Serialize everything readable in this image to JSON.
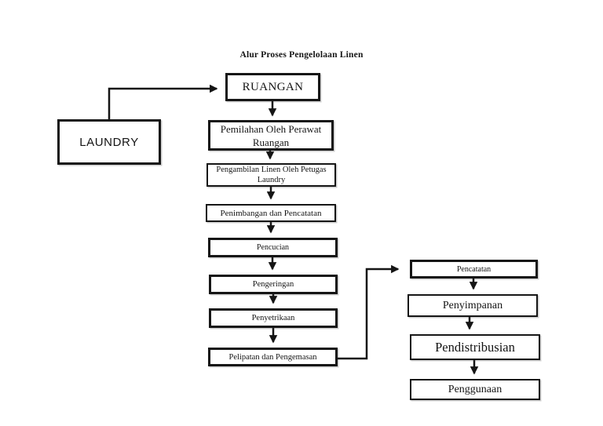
{
  "title": "Alur Proses Pengelolaan Linen",
  "colors": {
    "background": "#ffffff",
    "line": "#151515",
    "box_border": "#161616",
    "text": "#151515"
  },
  "nodes": {
    "ruangan": "RUANGAN",
    "laundry": "LAUNDRY",
    "pemilahan": "Pemilahan Oleh Perawat Ruangan",
    "pengambilan": "Pengambilan Linen Oleh Petugas Laundry",
    "penimbangan": "Penimbangan dan Pencatatan",
    "pencucian": "Pencucian",
    "pengeringan": "Pengeringan",
    "penyetrikaan": "Penyetrikaan",
    "pelipatan": "Pelipatan dan Pengemasan",
    "pencatatan": "Pencatatan",
    "penyimpanan": "Penyimpanan",
    "pendistribusian": "Pendistribusian",
    "penggunaan": "Penggunaan"
  },
  "edges": [
    {
      "from": "LAUNDRY",
      "to": "RUANGAN"
    },
    {
      "from": "RUANGAN",
      "to": "Pemilahan Oleh Perawat Ruangan"
    },
    {
      "from": "Pemilahan Oleh Perawat Ruangan",
      "to": "Pengambilan Linen Oleh Petugas Laundry"
    },
    {
      "from": "Pengambilan Linen Oleh Petugas Laundry",
      "to": "Penimbangan dan Pencatatan"
    },
    {
      "from": "Penimbangan dan Pencatatan",
      "to": "Pencucian"
    },
    {
      "from": "Pencucian",
      "to": "Pengeringan"
    },
    {
      "from": "Pengeringan",
      "to": "Penyetrikaan"
    },
    {
      "from": "Penyetrikaan",
      "to": "Pelipatan dan Pengemasan"
    },
    {
      "from": "Pelipatan dan Pengemasan",
      "to": "Pencatatan"
    },
    {
      "from": "Pencatatan",
      "to": "Penyimpanan"
    },
    {
      "from": "Penyimpanan",
      "to": "Pendistribusian"
    },
    {
      "from": "Pendistribusian",
      "to": "Penggunaan"
    }
  ]
}
